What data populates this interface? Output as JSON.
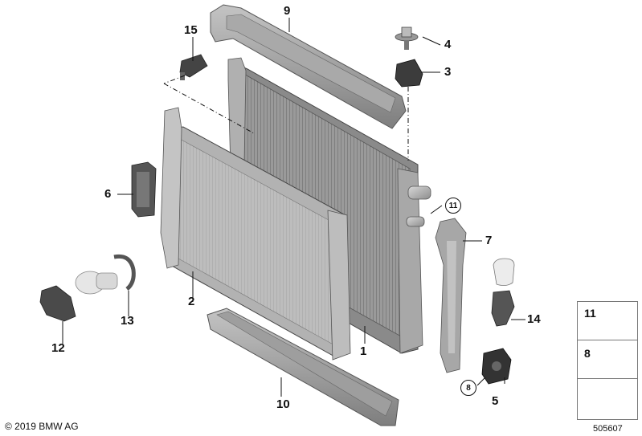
{
  "callouts": {
    "c1": "1",
    "c2": "2",
    "c3": "3",
    "c4": "4",
    "c5": "5",
    "c6": "6",
    "c7": "7",
    "c8": "8",
    "c9": "9",
    "c10": "10",
    "c11": "11",
    "c12": "12",
    "c13": "13",
    "c14": "14",
    "c15": "15"
  },
  "legend": {
    "item_a": "11",
    "item_b": "8"
  },
  "footer": {
    "copyright": "© 2019 BMW AG",
    "reference_number": "505607"
  }
}
